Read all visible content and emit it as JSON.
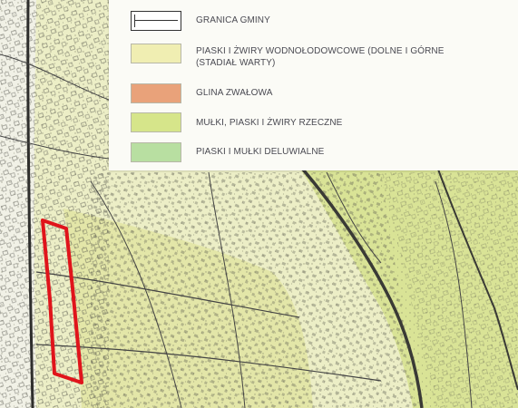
{
  "map": {
    "colors": {
      "background": "#e9ecc0",
      "fluvial": "#dde59a",
      "boundary": "#e0141b",
      "roads": "#3c3c3a"
    },
    "legend": {
      "items": [
        {
          "symbol": "boundary-line",
          "color": "#ffffff",
          "label_lines": [
            "GRANICA GMINY"
          ]
        },
        {
          "symbol": "fill",
          "color": "#f0eeb2",
          "label_lines": [
            "PIASKI I ŻWIRY WODNOŁODOWCOWE (DOLNE I GÓRNE",
            "(STADIAŁ WARTY)"
          ]
        },
        {
          "symbol": "fill",
          "color": "#e9a27a",
          "label_lines": [
            "GLINA ZWAŁOWA"
          ]
        },
        {
          "symbol": "fill",
          "color": "#d6e58a",
          "label_lines": [
            "MUŁKI, PIASKI I ŻWIRY RZECZNE"
          ]
        },
        {
          "symbol": "fill",
          "color": "#b8dfa1",
          "label_lines": [
            "PIASKI I MUŁKI DELUWIALNE"
          ]
        }
      ]
    }
  }
}
